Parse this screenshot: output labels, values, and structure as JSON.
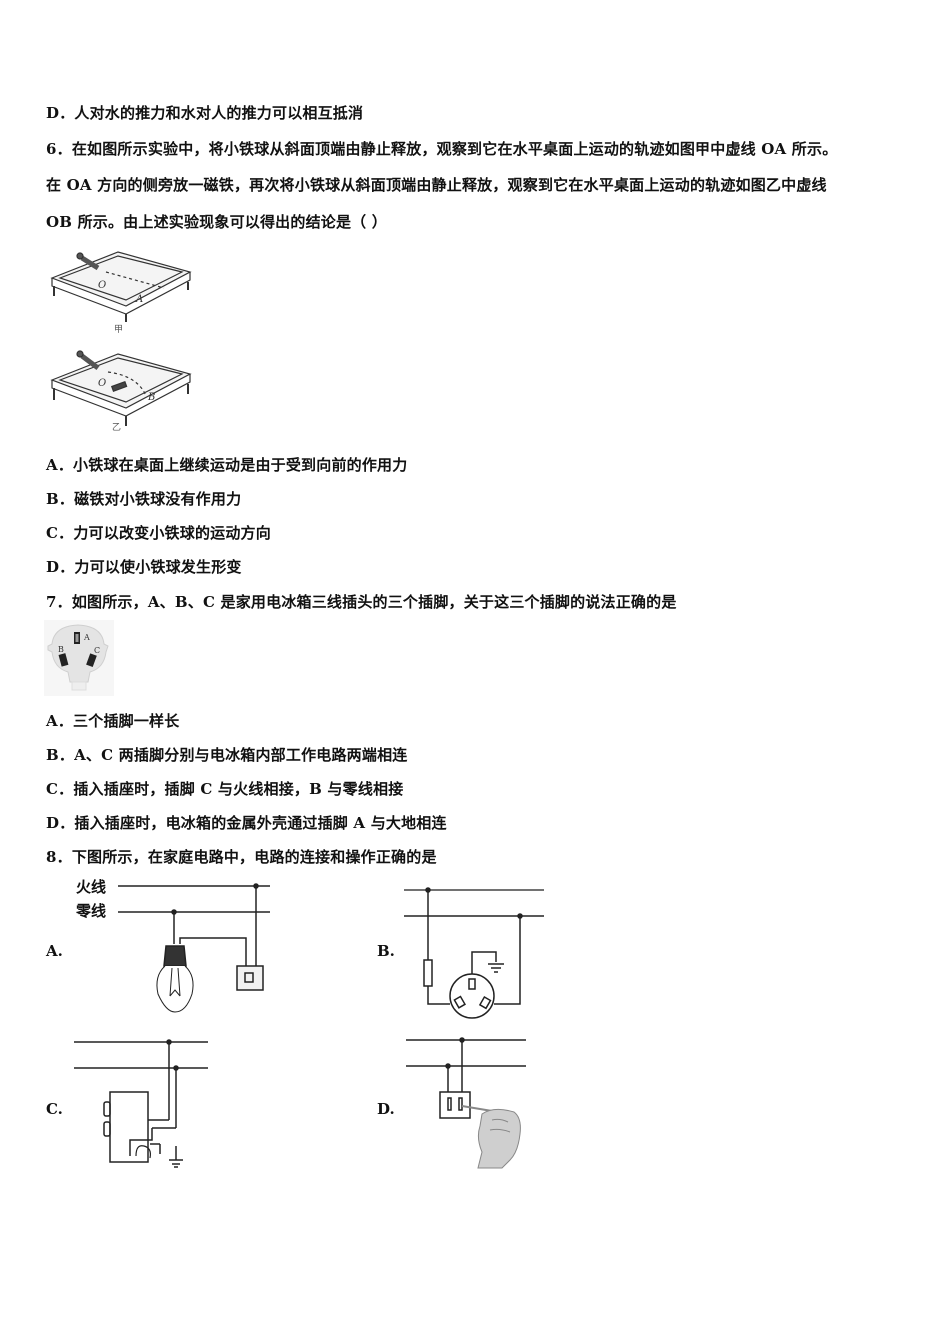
{
  "q5_tail": {
    "option_d": "D．人对水的推力和水对人的推力可以相互抵消"
  },
  "q6": {
    "stem_line1": "6．在如图所示实验中，将小铁球从斜面顶端由静止释放，观察到它在水平桌面上运动的轨迹如图甲中虚线 OA 所示。",
    "stem_line2": "在 OA 方向的侧旁放一磁铁，再次将小铁球从斜面顶端由静止释放，观察到它在水平桌面上运动的轨迹如图乙中虚线",
    "stem_line3": "OB 所示。由上述实验现象可以得出的结论是（  ）",
    "figure": {
      "top_label_o": "O",
      "top_label_a": "A",
      "top_caption": "甲",
      "bottom_label_o": "O",
      "bottom_label_b": "B",
      "bottom_caption": "乙"
    },
    "options": [
      "A．小铁球在桌面上继续运动是由于受到向前的作用力",
      "B．磁铁对小铁球没有作用力",
      "C．力可以改变小铁球的运动方向",
      "D．力可以使小铁球发生形变"
    ]
  },
  "q7": {
    "stem": "7．如图所示，A、B、C 是家用电冰箱三线插头的三个插脚，关于这三个插脚的说法正确的是",
    "figure": {
      "pin_a": "A",
      "pin_b": "B",
      "pin_c": "C"
    },
    "options": [
      "A．三个插脚一样长",
      "B．A、C 两插脚分别与电冰箱内部工作电路两端相连",
      "C．插入插座时，插脚 C 与火线相接，B 与零线相接",
      "D．插入插座时，电冰箱的金属外壳通过插脚 A 与大地相连"
    ]
  },
  "q8": {
    "stem": "8．下图所示，在家庭电路中，电路的连接和操作正确的是",
    "figures": [
      {
        "label": "A.",
        "live_wire": "火线",
        "neutral_wire": "零线"
      },
      {
        "label": "B."
      },
      {
        "label": "C."
      },
      {
        "label": "D."
      }
    ]
  }
}
